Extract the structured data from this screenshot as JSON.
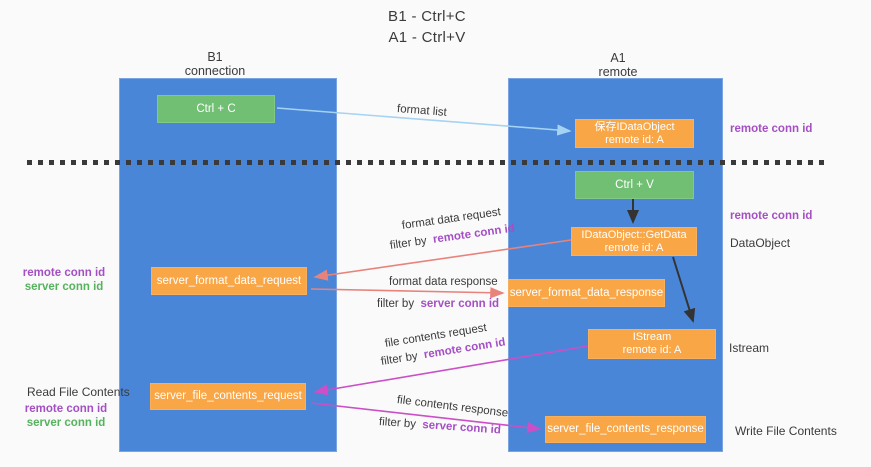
{
  "title": {
    "line1": "B1 - Ctrl+C",
    "line2": "A1 - Ctrl+V"
  },
  "lanes": {
    "left": {
      "title": "B1",
      "subtitle": "connection"
    },
    "right": {
      "title": "A1",
      "subtitle": "remote"
    }
  },
  "nodes": {
    "ctrl_c": "Ctrl + C",
    "ctrl_v": "Ctrl + V",
    "save_idataobject_line1": "保存IDataObject",
    "save_idataobject_line2": "remote id: A",
    "getdata_line1": "IDataObject::GetData",
    "getdata_line2": "remote id: A",
    "istream_line1": "IStream",
    "istream_line2": "remote id: A",
    "format_request": "server_format_data_request",
    "format_response": "server_format_data_response",
    "file_request": "server_file_contents_request",
    "file_response": "server_file_contents_response"
  },
  "edges": {
    "format_list": "format list",
    "format_data_request": "format data request",
    "format_data_response": "format data response",
    "file_contents_request": "file contents request",
    "file_contents_response": "file contents response",
    "filter_prefix": "filter by",
    "remote_conn_id": "remote conn id",
    "server_conn_id": "server conn id"
  },
  "side_labels": {
    "left_group1_remote": "remote conn id",
    "left_group1_server": "server conn id",
    "read_file_contents": "Read File Contents",
    "left_group2_remote": "remote conn id",
    "left_group2_server": "server conn id",
    "right_remote_1": "remote conn id",
    "right_remote_2": "remote conn id",
    "dataobject": "DataObject",
    "istream": "Istream",
    "write_file_contents": "Write File Contents"
  },
  "colors": {
    "background": "#fafafa",
    "lane_blue": "#4a86d8",
    "node_green": "#70bf72",
    "node_orange": "#f8a646",
    "arrow_light_blue": "#a5d3f2",
    "arrow_salmon": "#e8837c",
    "arrow_magenta": "#cb4fc6",
    "arrow_black": "#333333",
    "text_purple": "#a54fc4",
    "text_green": "#56b35d",
    "text_dark": "#3b3b3b"
  }
}
